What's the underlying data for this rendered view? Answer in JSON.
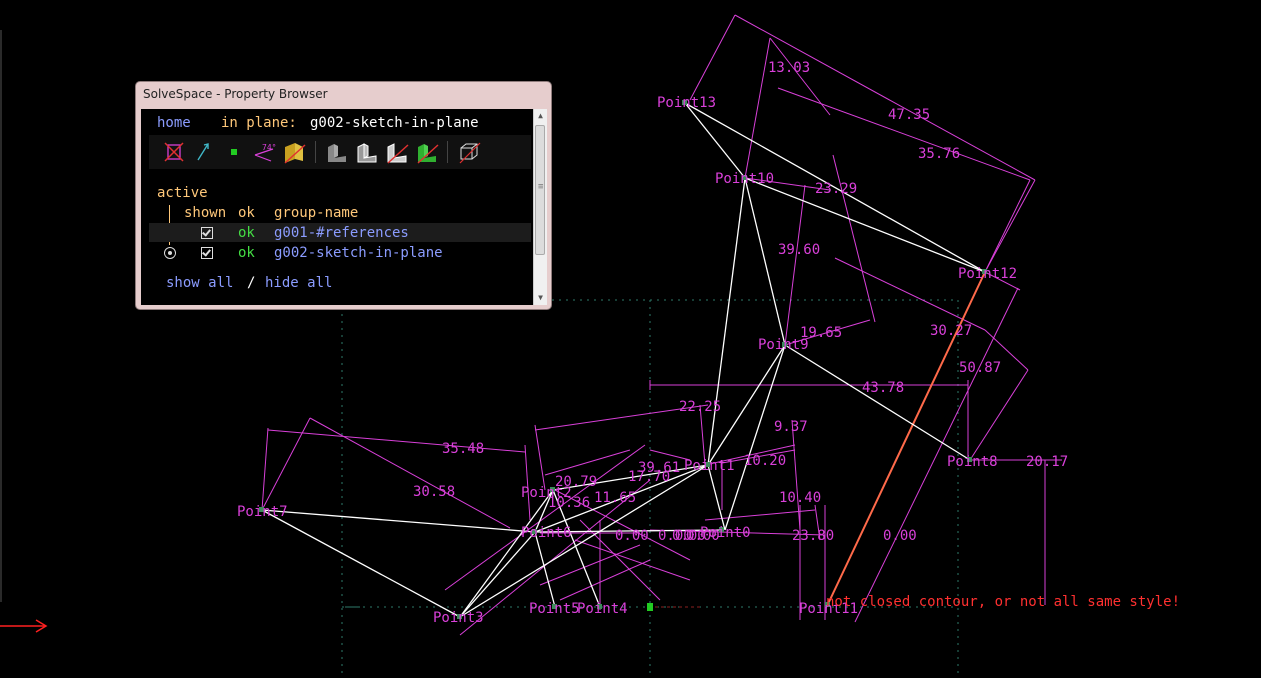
{
  "window_title": "SolveSpace - Property Browser",
  "browser": {
    "home_link": "home",
    "in_plane_label": "in plane:",
    "in_plane_value": "g002-sketch-in-plane",
    "active_header": "active",
    "col_shown": "shown",
    "col_ok": "ok",
    "col_group_name": "group-name",
    "groups": [
      {
        "status": "ok",
        "name": "g001-#references",
        "shown": true,
        "active": false
      },
      {
        "status": "ok",
        "name": "g002-sketch-in-plane",
        "shown": true,
        "active": true
      }
    ],
    "show_all": "show all",
    "separator": "/",
    "hide_all": "hide all",
    "toolbar_icons": [
      "hide-workplanes-icon",
      "hide-normals-icon",
      "hide-points-icon",
      "hide-constraints-icon",
      "hide-faces-icon",
      "solid-shaded-icon",
      "edges-icon",
      "outlines-icon",
      "hidden-lines-icon",
      "mesh-icon",
      "occluded-lines-icon"
    ],
    "constraint_icon_label": "74°"
  },
  "sketch": {
    "points": [
      "Point13",
      "Point10",
      "Point12",
      "Point9",
      "Point8",
      "Point7",
      "Point6",
      "Point5",
      "Point4",
      "Point3",
      "Point2",
      "Point1",
      "Point0",
      "Point11"
    ],
    "dimensions": [
      "13.03",
      "47.35",
      "35.76",
      "23.29",
      "39.60",
      "19.65",
      "30.27",
      "50.87",
      "43.78",
      "22.25",
      "9.37",
      "10.20",
      "35.48",
      "30.58",
      "20.79",
      "17.70",
      "39.61",
      "11.65",
      "10.36",
      "0.00",
      "0.00",
      "0.00",
      "0.00",
      "10.40",
      "23.80",
      "0.00",
      "20.17"
    ],
    "error_message": "not closed contour, or not all same style!"
  },
  "colors": {
    "constraint": "#d940d9",
    "geometry": "#ffffff",
    "error": "#ff3030",
    "highlight_line": "#ff6a4a",
    "point": "#3c8c5a",
    "workplane_grid": "#2e7a6a"
  }
}
